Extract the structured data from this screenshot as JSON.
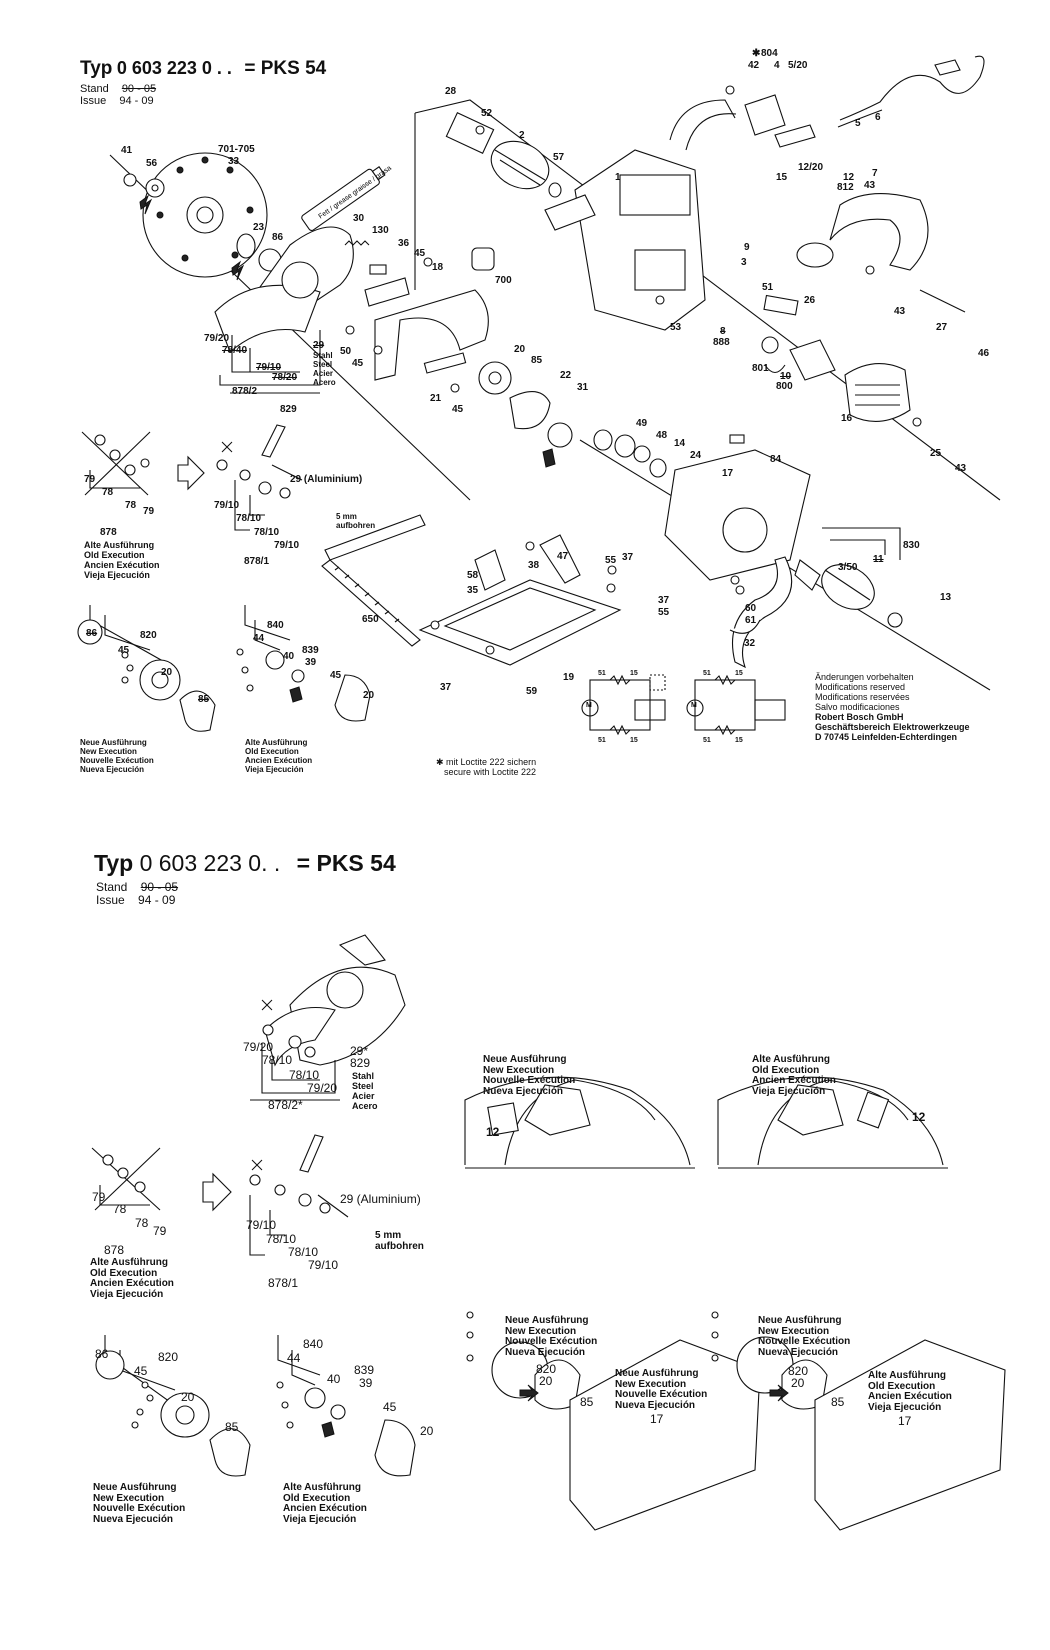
{
  "sheet1": {
    "title": {
      "typ": "Typ",
      "number": "0 603 223 0 . .",
      "eq": "= PKS 54"
    },
    "stand_label": "Stand",
    "stand_value": "90 - 05",
    "issue_label": "Issue",
    "issue_value": "94 - 09",
    "grease": "Fett / grease graisse / grasa",
    "material": [
      "Stahl",
      "Steel",
      "Acier",
      "Acero"
    ],
    "aluminium": "29 (Aluminium)",
    "drill_note": [
      "5 mm",
      "aufbohren"
    ],
    "old_execution": [
      "Alte Ausführung",
      "Old Execution",
      "Ancien Exécution",
      "Vieja Ejecución"
    ],
    "new_execution": [
      "Neue Ausführung",
      "New Execution",
      "Nouvelle Exécution",
      "Nueva Ejecución"
    ],
    "loctite": [
      "✱ mit Loctite 222 sichern",
      "secure with Loctite 222"
    ],
    "imprint": [
      "Änderungen vorbehalten",
      "Modifications reserved",
      "Modifications reservées",
      "Salvo modificaciones",
      "Robert Bosch GmbH",
      "Geschäftsbereich Elektrowerkzeuge",
      "D 70745 Leinfelden-Echterdingen"
    ],
    "parts": {
      "p41": "41",
      "p56": "56",
      "p701": "701-705",
      "p33": "33",
      "p23": "23",
      "p86": "86",
      "p28": "28",
      "p52": "52",
      "p2": "2",
      "p57": "57",
      "p30": "30",
      "p130": "130",
      "p36": "36",
      "p45": "45",
      "p18": "18",
      "p700": "700",
      "p7920": "79/20",
      "p7840": "78/40",
      "p7910": "79/10",
      "p7820": "78/20",
      "p8782": "878/2",
      "p829": "829",
      "p29": "29",
      "p50": "50",
      "p45b": "45",
      "p21": "21",
      "p45c": "45",
      "p20": "20",
      "p85": "85",
      "p22": "22",
      "p31": "31",
      "p804": "804",
      "p42": "42",
      "p4": "4",
      "p520": "5/20",
      "p5": "5",
      "p6": "6",
      "p1": "1",
      "p15": "15",
      "p1220": "12/20",
      "p12": "12",
      "p812": "812",
      "p7": "7",
      "p43": "43",
      "p9": "9",
      "p3": "3",
      "p51": "51",
      "p53": "53",
      "p8": "8",
      "p888": "888",
      "p26": "26",
      "p801": "801",
      "p10": "10",
      "p800": "800",
      "p16": "16",
      "p43b": "43",
      "p27": "27",
      "p46": "46",
      "p25": "25",
      "p43c": "43",
      "p49": "49",
      "p48": "48",
      "p14": "14",
      "p24": "24",
      "p17": "17",
      "p84": "84",
      "p830": "830",
      "p11": "11",
      "p350": "3/50",
      "p13": "13",
      "p60": "60",
      "p61": "61",
      "p32": "32",
      "p650": "650",
      "p58": "58",
      "p35": "35",
      "p38": "38",
      "p47": "47",
      "p55": "55",
      "p37": "37",
      "p37b": "37",
      "p55b": "55",
      "p19": "19",
      "p37c": "37",
      "p59": "59",
      "o79": "79",
      "o78": "78",
      "o7b": "78",
      "o79b": "79",
      "o878": "878",
      "n7910": "79/10",
      "n7810": "78/10",
      "n7810b": "78/10",
      "n7910b": "79/10",
      "n8781": "878/1",
      "q86": "86",
      "q820": "820",
      "q45": "45",
      "q20": "20",
      "q85": "85",
      "r840": "840",
      "r44": "44",
      "r40": "40",
      "r839": "839",
      "r39": "39",
      "r45": "45",
      "r20": "20",
      "w51": "51",
      "w15": "15",
      "w51b": "51",
      "w15b": "15",
      "wm": "M",
      "w51c": "51",
      "w15c": "15",
      "w51d": "51",
      "w15d": "15",
      "wm2": "M"
    }
  },
  "sheet2": {
    "title": {
      "typ": "Typ",
      "number": "0 603 223 0. .",
      "eq": "= PKS 54"
    },
    "stand_label": "Stand",
    "stand_value": "90 - 05",
    "issue_label": "Issue",
    "issue_value": "94 - 09",
    "guard_parts": {
      "p7920": "79/20",
      "p7810": "78/10",
      "p7810b": "78/10",
      "p7920b": "79/20",
      "p8782": "878/2*",
      "p29": "29*",
      "p829": "829"
    },
    "material": [
      "Stahl",
      "Steel",
      "Acier",
      "Acero"
    ],
    "old_parts": {
      "o79": "79",
      "o78": "78",
      "o7b": "78",
      "o79b": "79",
      "o878": "878"
    },
    "new_parts": {
      "n7910": "79/10",
      "n7810": "78/10",
      "n7810b": "78/10",
      "n7910b": "79/10",
      "n8781": "878/1"
    },
    "aluminium": "29 (Aluminium)",
    "drill_note": [
      "5 mm",
      "aufbohren"
    ],
    "old_execution": [
      "Alte Ausführung",
      "Old Execution",
      "Ancien Exécution",
      "Vieja Ejecución"
    ],
    "new_execution": [
      "Neue Ausführung",
      "New Execution",
      "Nouvelle Exécution",
      "Nueva Ejecución"
    ],
    "brush_parts": {
      "q86": "86",
      "q820": "820",
      "q45": "45",
      "q20": "20",
      "q85": "85",
      "r840": "840",
      "r44": "44",
      "r40": "40",
      "r839": "839",
      "r39": "39",
      "r45": "45",
      "r20": "20"
    },
    "switch_new": {
      "p12": "12"
    },
    "switch_old": {
      "p12": "12"
    },
    "housing_new": {
      "p820": "820",
      "p20": "20",
      "p85": "85",
      "p17": "17"
    },
    "housing_old": {
      "p820": "820",
      "p20": "20",
      "p85": "85",
      "p17": "17"
    }
  },
  "colors": {
    "ink": "#111111",
    "paper": "#ffffff"
  }
}
